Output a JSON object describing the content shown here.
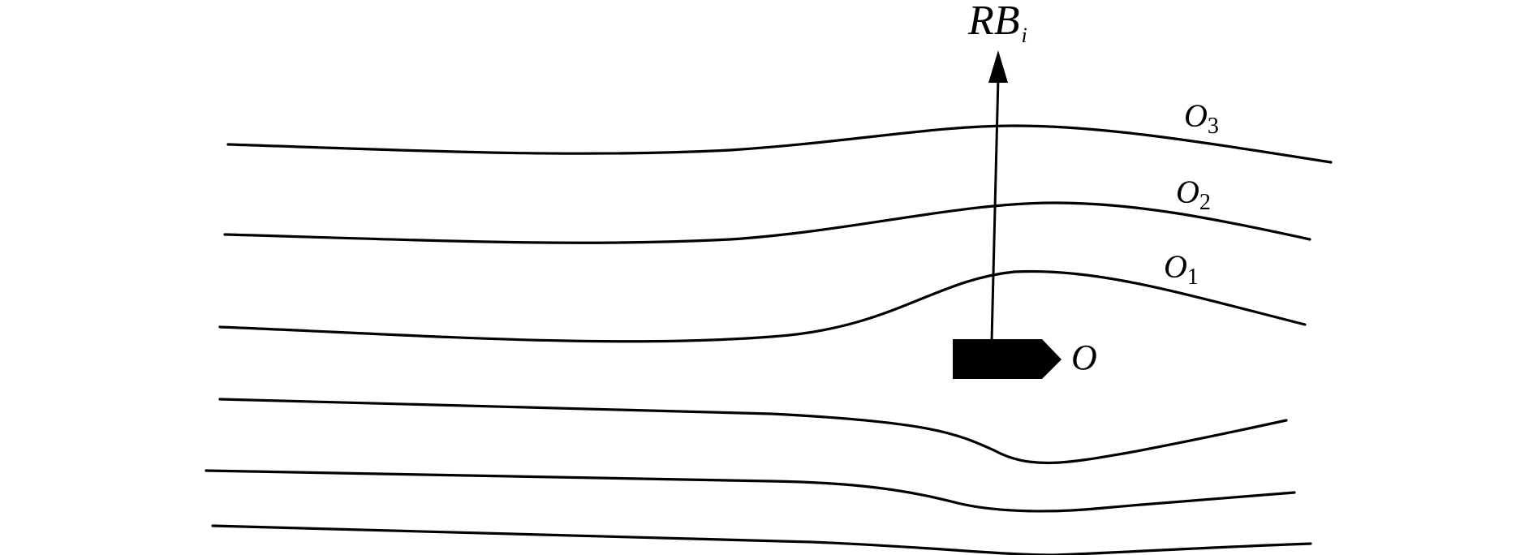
{
  "diagram": {
    "vector_label": {
      "main": "RB",
      "sub": "i"
    },
    "object_label": "O",
    "streamline_labels": [
      {
        "main": "O",
        "sub": "3"
      },
      {
        "main": "O",
        "sub": "2"
      },
      {
        "main": "O",
        "sub": "1"
      }
    ],
    "colors": {
      "stroke": "#000000",
      "background": "#ffffff"
    }
  }
}
